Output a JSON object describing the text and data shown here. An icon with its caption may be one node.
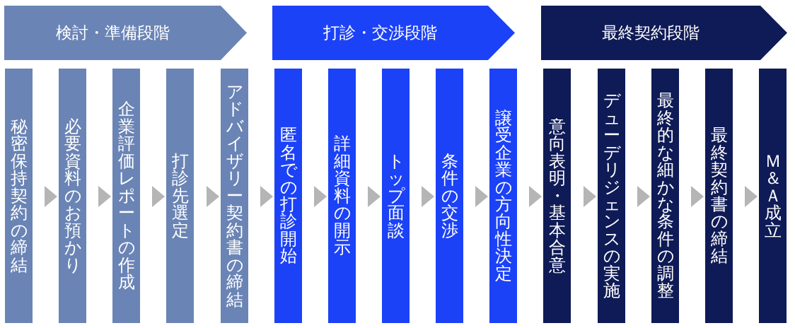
{
  "diagram": {
    "nodes": [
      {
        "text": [
          "検討・準備段階"
        ]
      },
      {
        "text": [
          "打診・交渉段階"
        ]
      },
      {
        "text": [
          "最終契約段階"
        ]
      },
      {
        "text": [
          "秘密保持契約の締結"
        ]
      },
      {
        "text": [
          "必要資料のお預かり"
        ]
      },
      {
        "text": [
          "企業評価レポートの作成"
        ]
      },
      {
        "text": [
          "打診先選定"
        ]
      },
      {
        "text": [
          "アドバイザリー契約書の締結"
        ]
      },
      {
        "text": [
          "匿名での打診開始"
        ]
      },
      {
        "text": [
          "詳細資料の開示"
        ]
      },
      {
        "text": [
          "トップ面談"
        ]
      },
      {
        "text": [
          "条件の交渉"
        ]
      },
      {
        "text": [
          "譲受企業の方向性決定"
        ]
      },
      {
        "text": [
          "意向表明・基本合意"
        ]
      },
      {
        "text": [
          "デューデリジェンスの実施"
        ]
      },
      {
        "text": [
          "最終的な細かな条件の調整"
        ]
      },
      {
        "text": [
          "最終契約書の締結"
        ]
      },
      {
        "text": [
          "Ｍ＆Ａ成立"
        ]
      }
    ],
    "edges": [
      {
        "from": 3,
        "to": 4,
        "arrow": "to"
      },
      {
        "from": 4,
        "to": 5,
        "arrow": "to"
      },
      {
        "from": 5,
        "to": 6,
        "arrow": "to"
      },
      {
        "from": 6,
        "to": 7,
        "arrow": "to"
      },
      {
        "from": 7,
        "to": 8,
        "arrow": "to"
      },
      {
        "from": 8,
        "to": 9,
        "arrow": "to"
      },
      {
        "from": 9,
        "to": 10,
        "arrow": "to"
      },
      {
        "from": 10,
        "to": 11,
        "arrow": "to"
      },
      {
        "from": 11,
        "to": 12,
        "arrow": "to"
      },
      {
        "from": 12,
        "to": 13,
        "arrow": "to"
      },
      {
        "from": 13,
        "to": 14,
        "arrow": "to"
      },
      {
        "from": 14,
        "to": 15,
        "arrow": "to"
      },
      {
        "from": 15,
        "to": 16,
        "arrow": "to"
      },
      {
        "from": 16,
        "to": 17,
        "arrow": "to"
      }
    ]
  }
}
